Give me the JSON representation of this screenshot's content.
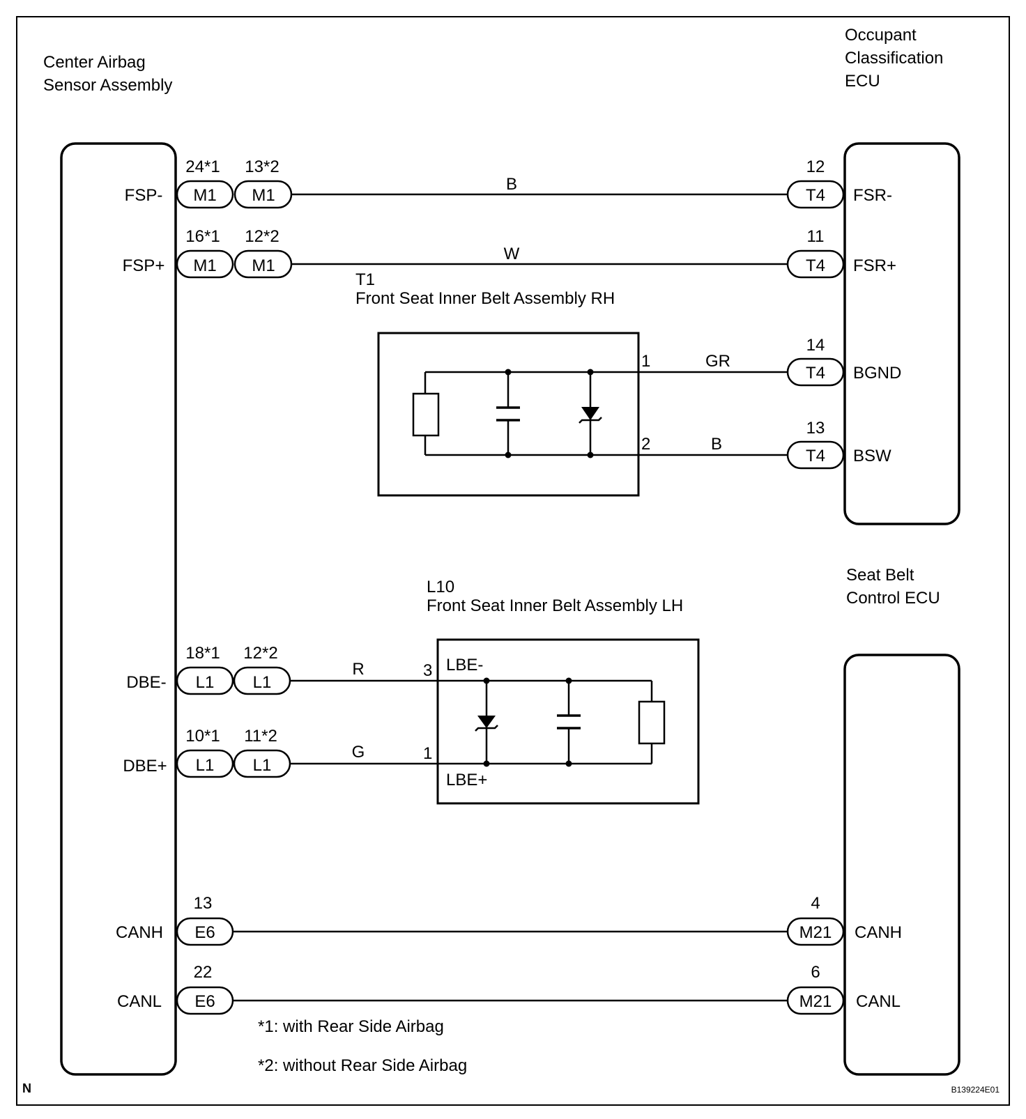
{
  "components": {
    "center_airbag": {
      "line1": "Center Airbag",
      "line2": "Sensor Assembly"
    },
    "occupant_ecu": {
      "line1": "Occupant",
      "line2": "Classification",
      "line3": "ECU"
    },
    "seatbelt_ecu": {
      "line1": "Seat Belt",
      "line2": "Control ECU"
    },
    "belt_rh": {
      "code": "T1",
      "name": "Front Seat Inner Belt Assembly RH"
    },
    "belt_lh": {
      "code": "L10",
      "name": "Front Seat Inner Belt Assembly LH"
    }
  },
  "wires": [
    {
      "left_pin": "FSP-",
      "pin_a": "24*1",
      "conn_a": "M1",
      "pin_b": "13*2",
      "conn_b": "M1",
      "color": "B",
      "right_pin_no": "12",
      "right_conn": "T4",
      "right_pin": "FSR-"
    },
    {
      "left_pin": "FSP+",
      "pin_a": "16*1",
      "conn_a": "M1",
      "pin_b": "12*2",
      "conn_b": "M1",
      "color": "W",
      "right_pin_no": "11",
      "right_conn": "T4",
      "right_pin": "FSR+"
    }
  ],
  "rh_wires": [
    {
      "terminal": "1",
      "color": "GR",
      "right_pin_no": "14",
      "right_conn": "T4",
      "right_pin": "BGND"
    },
    {
      "terminal": "2",
      "color": "B",
      "right_pin_no": "13",
      "right_conn": "T4",
      "right_pin": "BSW"
    }
  ],
  "lh_wires": [
    {
      "left_pin": "DBE-",
      "pin_a": "18*1",
      "conn_a": "L1",
      "pin_b": "12*2",
      "conn_b": "L1",
      "color": "R",
      "terminal": "3",
      "term_label": "LBE-"
    },
    {
      "left_pin": "DBE+",
      "pin_a": "10*1",
      "conn_a": "L1",
      "pin_b": "11*2",
      "conn_b": "L1",
      "color": "G",
      "terminal": "1",
      "term_label": "LBE+"
    }
  ],
  "can_wires": [
    {
      "left_pin": "CANH",
      "left_pin_no": "13",
      "left_conn": "E6",
      "right_pin_no": "4",
      "right_conn": "M21",
      "right_pin": "CANH"
    },
    {
      "left_pin": "CANL",
      "left_pin_no": "22",
      "left_conn": "E6",
      "right_pin_no": "6",
      "right_conn": "M21",
      "right_pin": "CANL"
    }
  ],
  "notes": {
    "note1": "*1: with Rear Side Airbag",
    "note2": "*2: without Rear Side Airbag"
  },
  "corner_mark": "N",
  "figure_id": "B139224E01"
}
